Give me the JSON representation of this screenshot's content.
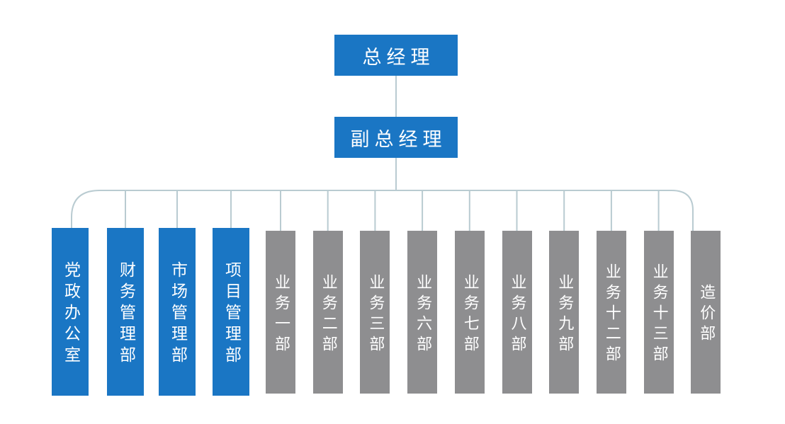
{
  "org": {
    "root": {
      "label": "总经理"
    },
    "deputy": {
      "label": "副总经理"
    },
    "departments": [
      {
        "label": "党政办公室",
        "type": "primary"
      },
      {
        "label": "财务管理部",
        "type": "primary"
      },
      {
        "label": "市场管理部",
        "type": "primary"
      },
      {
        "label": "项目管理部",
        "type": "primary"
      },
      {
        "label": "业务一部",
        "type": "secondary"
      },
      {
        "label": "业务二部",
        "type": "secondary"
      },
      {
        "label": "业务三部",
        "type": "secondary"
      },
      {
        "label": "业务六部",
        "type": "secondary"
      },
      {
        "label": "业务七部",
        "type": "secondary"
      },
      {
        "label": "业务八部",
        "type": "secondary"
      },
      {
        "label": "业务九部",
        "type": "secondary"
      },
      {
        "label": "业务十二部",
        "type": "secondary"
      },
      {
        "label": "业务十三部",
        "type": "secondary"
      },
      {
        "label": "造价部",
        "type": "secondary"
      }
    ],
    "colors": {
      "primary": "#1a76c4",
      "secondary": "#8e8e90",
      "connector": "#b9cbd1",
      "text": "#ffffff",
      "background": "#ffffff"
    }
  }
}
